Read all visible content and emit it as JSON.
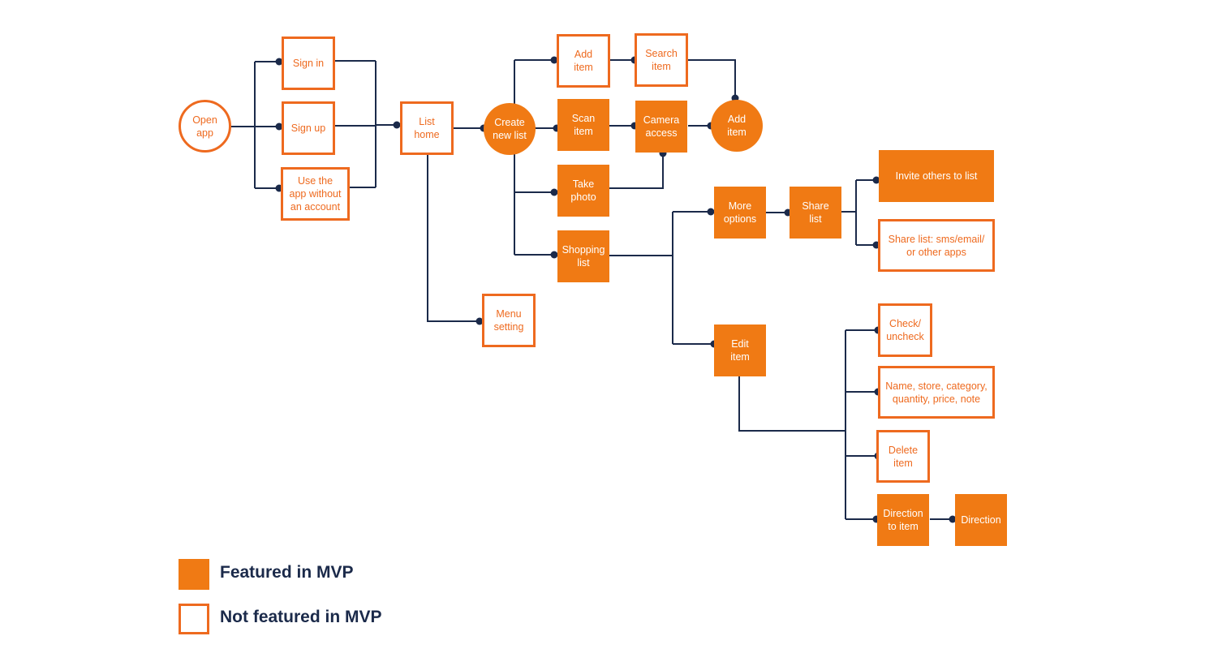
{
  "colors": {
    "accent": "#f07a14",
    "outline": "#ee6a1f",
    "connector": "#1b2a4a"
  },
  "nodes": {
    "open_app": "Open\napp",
    "sign_in": "Sign in",
    "sign_up": "Sign up",
    "use_without_account": "Use the\napp without\nan account",
    "list_home": "List\nhome",
    "menu_setting": "Menu\nsetting",
    "create_new_list": "Create\nnew list",
    "add_item": "Add\nitem",
    "search_item": "Search\nitem",
    "scan_item": "Scan\nitem",
    "camera_access": "Camera\naccess",
    "add_item_end": "Add\nitem",
    "take_photo": "Take\nphoto",
    "shopping_list": "Shopping\nlist",
    "more_options": "More\noptions",
    "share_list": "Share\nlist",
    "invite_others": "Invite others to list",
    "share_list_channels": "Share list: sms/email/\nor other apps",
    "edit_item": "Edit\nitem",
    "check_uncheck": "Check/\nuncheck",
    "item_fields": "Name, store, category,\nquantity, price, note",
    "delete_item": "Delete\nitem",
    "direction_to_item": "Direction\nto item",
    "direction": "Direction"
  },
  "legend": {
    "featured": "Featured in MVP",
    "not_featured": "Not featured in MVP"
  }
}
